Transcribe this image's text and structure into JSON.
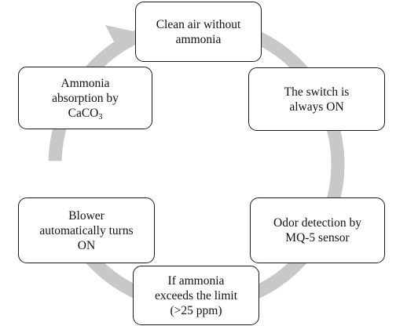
{
  "diagram": {
    "ring_color": "#c8c8c8",
    "nodes": [
      {
        "id": "clean",
        "lines": [
          "Clean air without",
          "ammonia"
        ]
      },
      {
        "id": "switch",
        "lines": [
          "The switch is",
          "always ON"
        ]
      },
      {
        "id": "odor",
        "lines": [
          "Odor detection by",
          "MQ-5 sensor"
        ]
      },
      {
        "id": "limit",
        "lines": [
          "If ammonia",
          "exceeds the limit",
          "(>25 ppm)"
        ]
      },
      {
        "id": "blower",
        "lines": [
          "Blower",
          "automatically turns",
          "ON"
        ]
      },
      {
        "id": "absorb",
        "lines": [
          "Ammonia",
          "absorption by"
        ],
        "formula": {
          "base": "CaCO",
          "subscript": "3"
        }
      }
    ]
  }
}
